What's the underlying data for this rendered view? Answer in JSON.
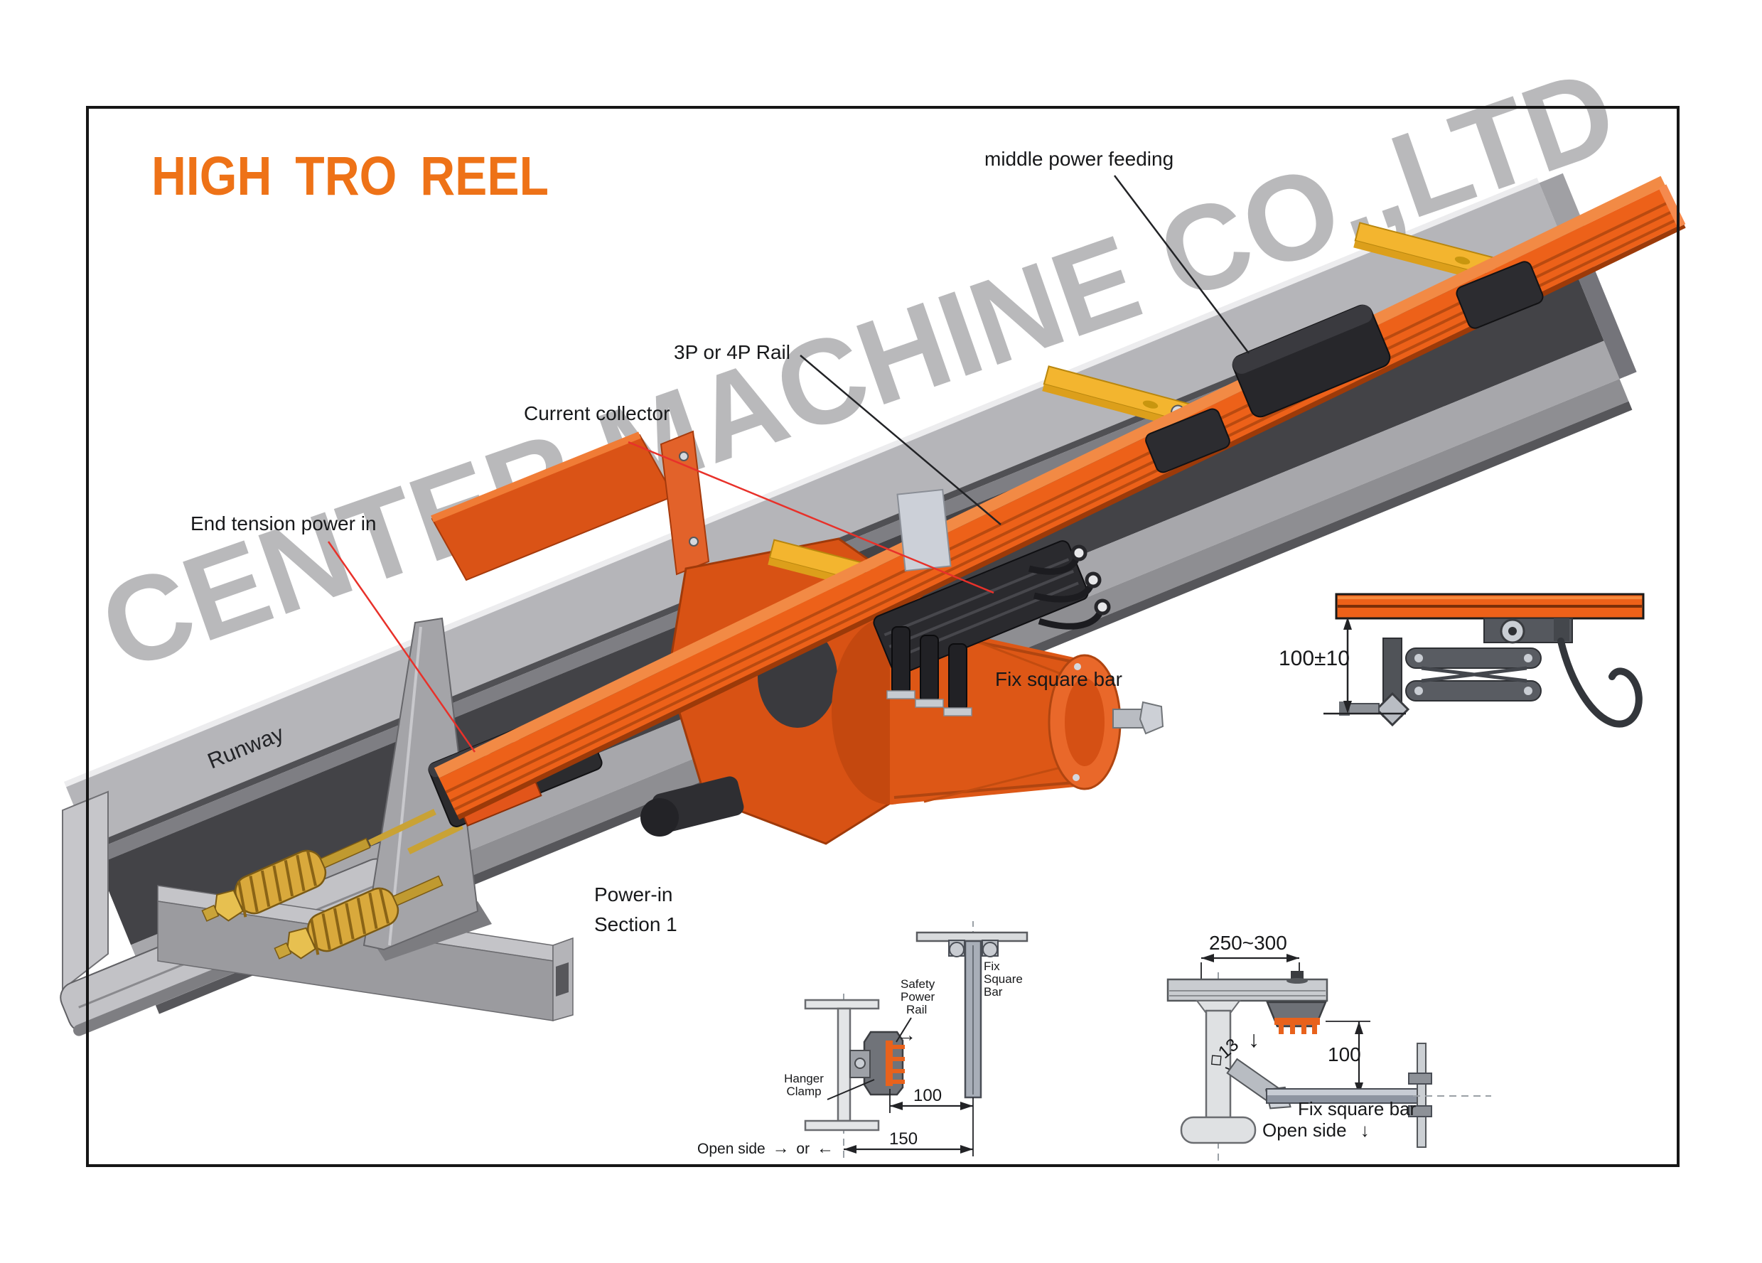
{
  "title": "HIGH TRO REEL",
  "watermark": "CENTER MACHINE CO.,LTD",
  "colors": {
    "accent_orange": "#ee7217",
    "rail_orange": "#ed6119",
    "hanger_yellow": "#f3b52f",
    "leader_red": "#e8312a",
    "beam_gray": "#b5b5b9",
    "web_dark": "#434347"
  },
  "main_labels": {
    "middle_power_feeding": "middle power feeding",
    "rail_3p_4p": "3P or 4P Rail",
    "current_collector": "Current collector",
    "end_tension": "End tension power in",
    "runway": "Runway",
    "power_in_line1": "Power-in",
    "power_in_line2": "Section 1",
    "fix_square_bar": "Fix square bar"
  },
  "detail_side": {
    "dim": "100±10"
  },
  "detail_clamp": {
    "safety_rail": [
      "Safety",
      "Power",
      "Rail"
    ],
    "fix_bar": [
      "Fix",
      "Square",
      "Bar"
    ],
    "hanger": [
      "Hanger",
      "Clamp"
    ],
    "dim_100": "100",
    "dim_150": "150",
    "open_side": "Open side",
    "or": "or",
    "arrow_right": "→",
    "arrow_left": "←"
  },
  "detail_bracket": {
    "dim_span": "250~300",
    "dim_100": "100",
    "fix_bar": "Fix square bar",
    "open_side": "Open side",
    "arrow_down": "↓",
    "square_13": "◇13"
  }
}
